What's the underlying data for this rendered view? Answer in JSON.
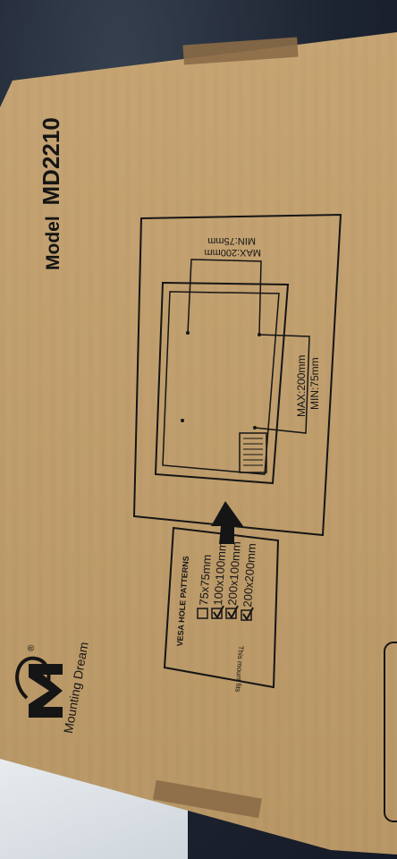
{
  "model": {
    "label": "Model",
    "number": "MD2210"
  },
  "diagram": {
    "max_h": "MAX:200mm",
    "min_h": "MIN:75mm",
    "max_v": "MAX:200mm",
    "min_v": "MIN:75mm"
  },
  "vesa": {
    "title": "VESA HOLE PATTERNS",
    "patterns": [
      {
        "label": "75x75mm",
        "checked": false
      },
      {
        "label": "100x100mm",
        "checked": true
      },
      {
        "label": "200x100mm",
        "checked": true
      },
      {
        "label": "200x200mm",
        "checked": true
      }
    ],
    "note": "This mount fits"
  },
  "brand": {
    "name": "Mounting Dream",
    "registered": "®"
  },
  "colors": {
    "cardboard": "#c4a06c",
    "ink": "#151515"
  }
}
